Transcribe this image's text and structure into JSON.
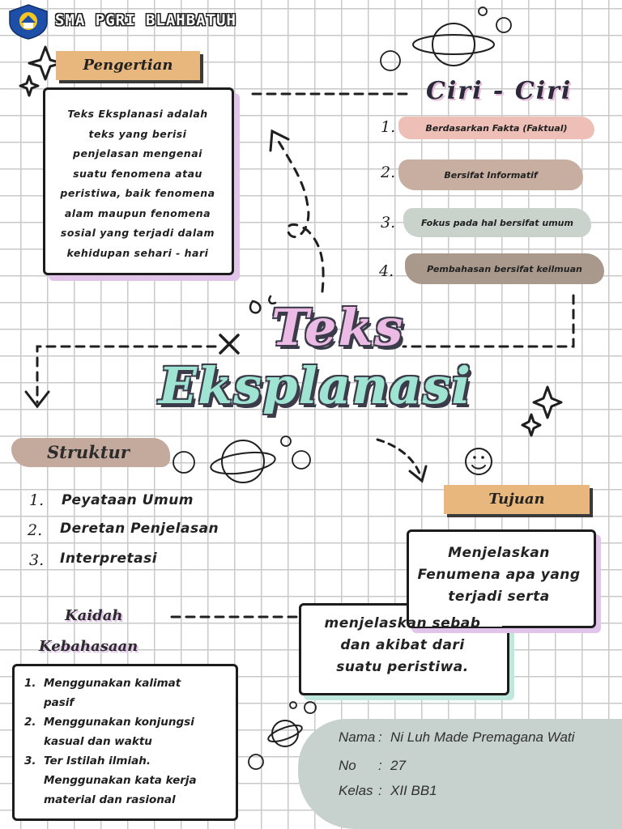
{
  "header": {
    "school_name": "SMA PGRI BLAHBATUH"
  },
  "pengertian": {
    "label": "Pengertian",
    "lines": [
      "Teks Eksplanasi adalah",
      "teks yang berisi",
      "penjelasan mengenai",
      "suatu fenomena atau",
      "peristiwa, baik fenomena",
      "alam maupun fenomena",
      "sosial yang terjadi dalam",
      "kehidupan sehari - hari"
    ]
  },
  "ciri": {
    "title": "Ciri - Ciri",
    "items": [
      {
        "number": "1.",
        "text": "Berdasarkan Fakta (Faktual)"
      },
      {
        "number": "2.",
        "text": "Bersifat Informatif"
      },
      {
        "number": "3.",
        "text": "Fokus pada hal bersifat umum"
      },
      {
        "number": "4.",
        "text": "Pembahasan bersifat keilmuan"
      }
    ]
  },
  "title": {
    "line1": "Teks",
    "line2": "Eksplanasi"
  },
  "struktur": {
    "label": "Struktur",
    "items": [
      {
        "number": "1.",
        "text": "Peyataan Umum"
      },
      {
        "number": "2.",
        "text": "Deretan Penjelasan"
      },
      {
        "number": "3.",
        "text": "Interpretasi"
      }
    ]
  },
  "tujuan": {
    "label": "Tujuan",
    "top_lines": [
      "Menjelaskan",
      "Fenumena apa yang",
      "terjadi serta"
    ],
    "bottom_lines": [
      "menjelaskan sebab",
      "dan akibat dari",
      "suatu peristiwa."
    ]
  },
  "kaidah": {
    "label_line1": "Kaidah",
    "label_line2": "Kebahasaan",
    "items": [
      {
        "number": "1.",
        "lines": [
          "Menggunakan kalimat",
          "pasif"
        ]
      },
      {
        "number": "2.",
        "lines": [
          "Menggunakan konjungsi",
          "kasual dan waktu"
        ]
      },
      {
        "number": "3.",
        "lines": [
          "Ter Istilah ilmiah.",
          "Menggunakan kata kerja",
          "material dan rasional"
        ]
      }
    ]
  },
  "identity": {
    "name_label": "Nama",
    "name_value": "Ni Luh Made Premagana Wati",
    "no_label": "No",
    "no_value": "27",
    "class_label": "Kelas",
    "class_value": "XII BB1"
  },
  "colors": {
    "pink": "#ecbbe5",
    "mint": "#9fe3d2",
    "tag_orange": "#e8b77d",
    "brush_1": "#eebfb6",
    "brush_2": "#c7aea0",
    "brush_3": "#c9d3cb",
    "brush_4": "#a9998c",
    "identity_blob": "#c7d1cd"
  },
  "icons": [
    "school-logo",
    "sparkle-icon",
    "planet-icon",
    "smiley-icon",
    "cross-icon",
    "drop-icon",
    "circle-icon"
  ]
}
